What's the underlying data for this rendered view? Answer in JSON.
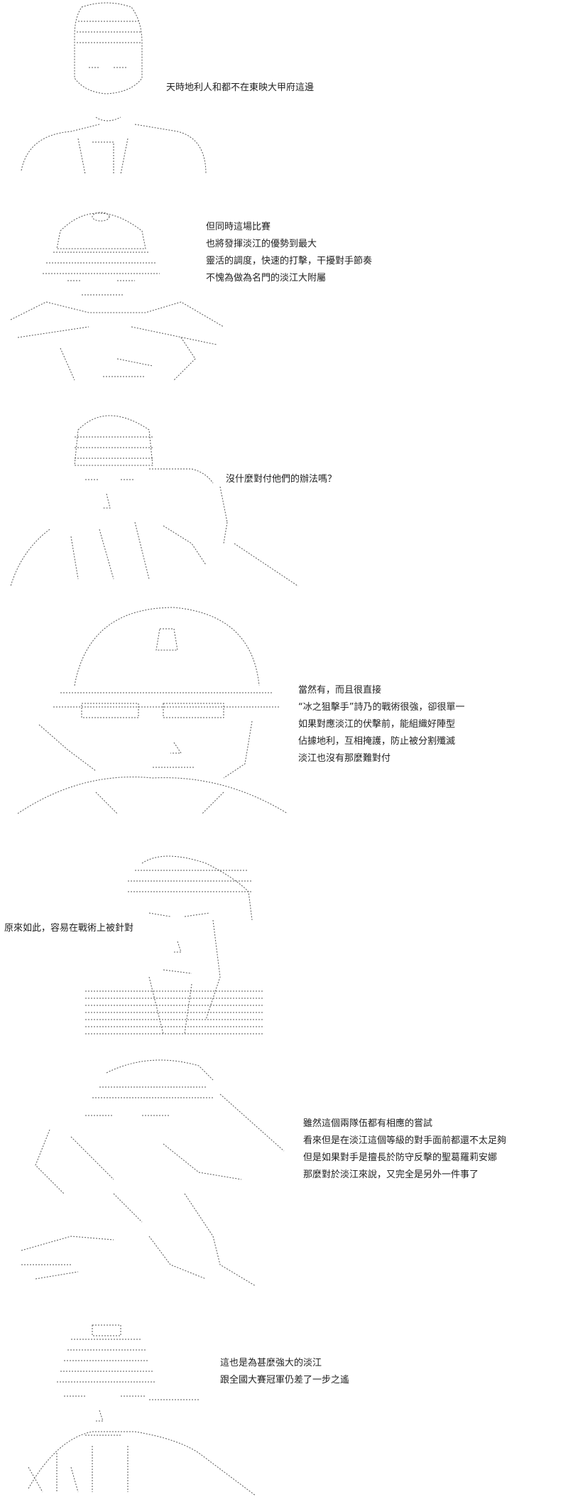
{
  "panels": [
    {
      "dialogue": [
        "天時地利人和都不在東映大甲府這邊"
      ]
    },
    {
      "dialogue": [
        "但同時這場比賽",
        "也將發揮淡江的優勢到最大",
        "靈活的調度，快速的打擊，干擾對手節奏",
        "不愧為做為名門的淡江大附屬"
      ]
    },
    {
      "dialogue": [
        "沒什麼對付他們的辦法嗎？"
      ]
    },
    {
      "dialogue": [
        "當然有，而且很直接",
        "“冰之狙擊手”詩乃的戰術很強，卻很單一",
        "如果對應淡江的伏擊前，能組織好陣型",
        "佔據地利，互相掩護，防止被分割殲滅",
        "淡江也沒有那麼難對付"
      ]
    },
    {
      "dialogue": [
        "原來如此，容易在戰術上被針對"
      ]
    },
    {
      "dialogue": [
        "雖然這個兩隊伍都有相應的嘗試",
        "看來但是在淡江這個等級的對手面前都還不太足夠",
        "但是如果對手是擅長於防守反擊的聖葛羅莉安娜",
        "那麼對於淡江來說，又完全是另外一件事了"
      ]
    },
    {
      "dialogue": [
        "這也是為甚麼強大的淡江",
        "跟全國大賽冠軍仍差了一步之遙"
      ]
    }
  ],
  "icons": {
    "art_1": "character-portrait-icon",
    "art_2": "character-cap-icon",
    "art_3": "character-thinking-icon",
    "art_4": "character-helmet-icon",
    "art_5": "character-surprised-icon",
    "art_6": "character-action-icon",
    "art_7": "character-tank-icon"
  }
}
